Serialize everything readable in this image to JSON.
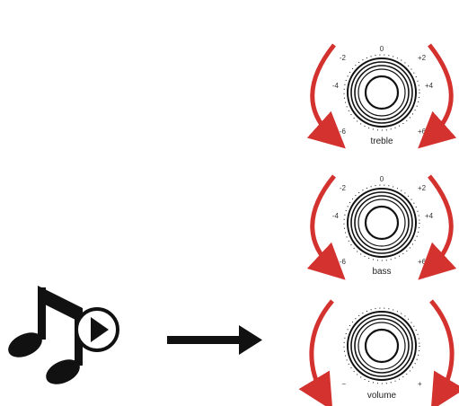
{
  "icons": {
    "music": "music-note-icon",
    "play": "play-icon",
    "arrow": "right-arrow-icon",
    "rotate": "rotate-arrow-icon"
  },
  "colors": {
    "ink": "#111111",
    "rotate_arrow": "#d3322f"
  },
  "knobs": [
    {
      "label": "treble",
      "ticks": {
        "top": "0",
        "left_upper": "-2",
        "left_mid": "-4",
        "left_lower": "-6",
        "right_upper": "+2",
        "right_mid": "+4",
        "right_lower": "+6"
      }
    },
    {
      "label": "bass",
      "ticks": {
        "top": "0",
        "left_upper": "-2",
        "left_mid": "-4",
        "left_lower": "-6",
        "right_upper": "+2",
        "right_mid": "+4",
        "right_lower": "+6"
      }
    },
    {
      "label": "volume",
      "ticks": {
        "min": "−",
        "max": "+"
      }
    }
  ]
}
